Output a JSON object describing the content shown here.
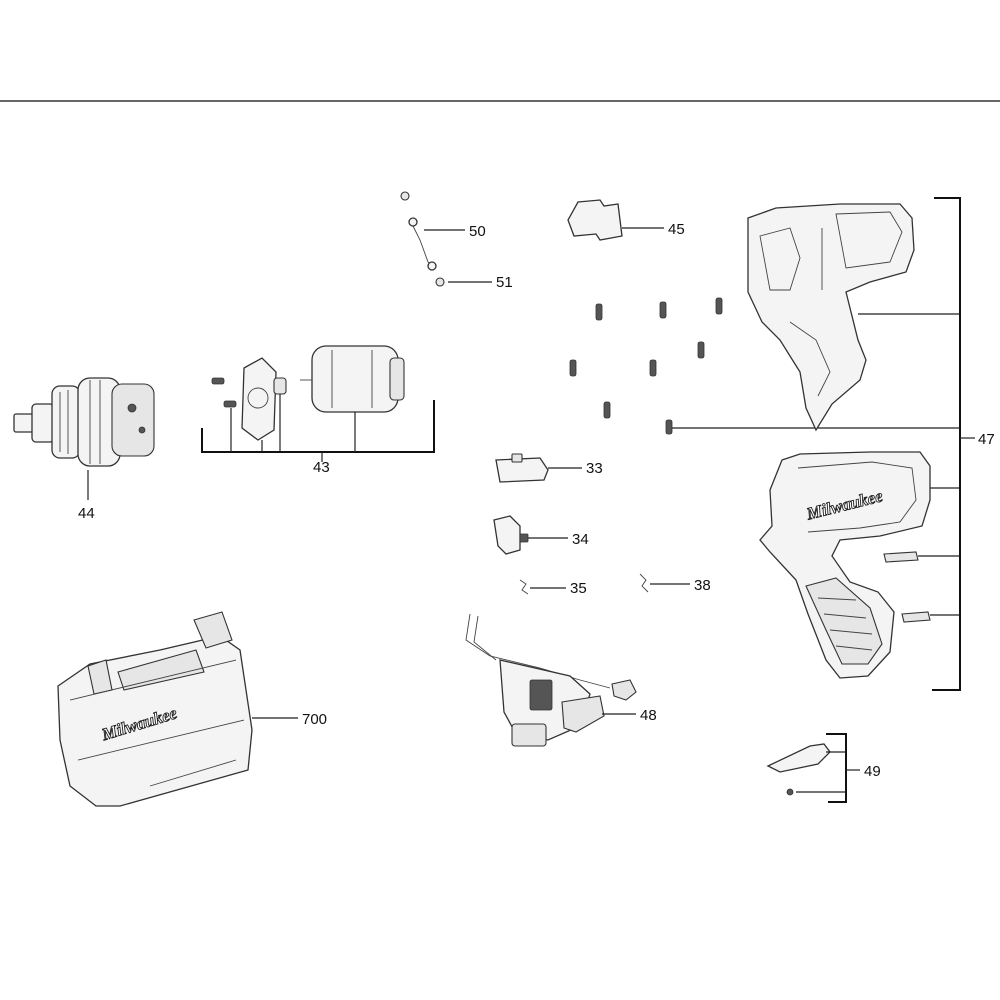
{
  "labels": {
    "p33": "33",
    "p34": "34",
    "p35": "35",
    "p38": "38",
    "p43": "43",
    "p44": "44",
    "p45": "45",
    "p47": "47",
    "p48": "48",
    "p49": "49",
    "p50": "50",
    "p51": "51",
    "p700": "700"
  },
  "logo_text": "Milwaukee"
}
